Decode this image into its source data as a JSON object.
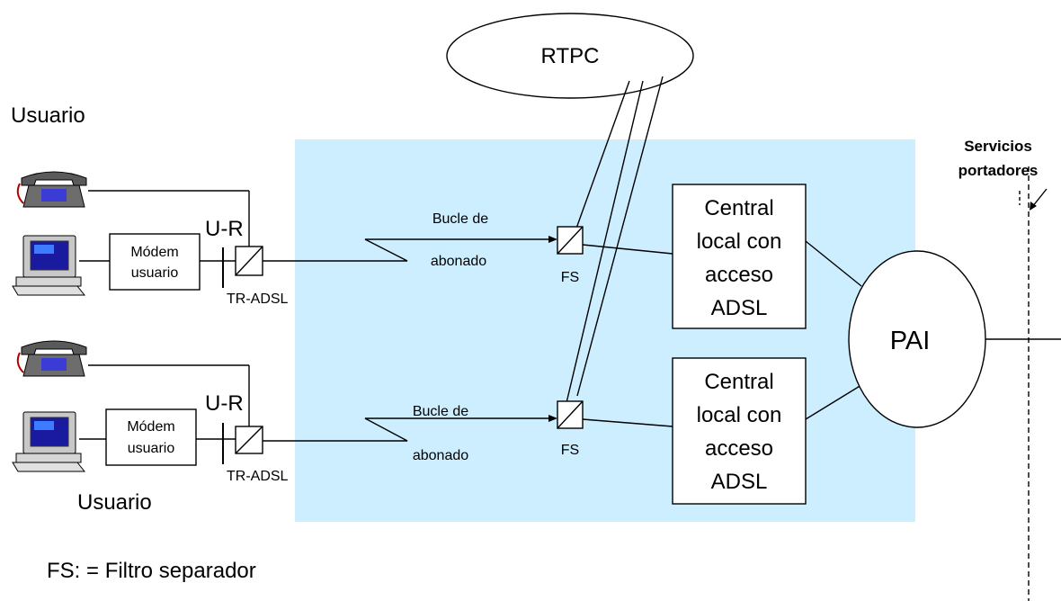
{
  "colors": {
    "zone_fill": "#cceeff",
    "line": "#000000",
    "background": "#ffffff"
  },
  "labels": {
    "network": "RTPC",
    "user_top": "Usuario",
    "user_bottom": "Usuario",
    "bearer_line1": "Servicios",
    "bearer_line2": "portadores",
    "interface": "U-R",
    "terminal": "TR-ADSL",
    "modem_line1": "Módem",
    "modem_line2": "usuario",
    "loop_line1": "Bucle de",
    "loop_line2": "abonado",
    "filter": "FS",
    "central_line1": "Central",
    "central_line2": "local con",
    "central_line3": "acceso",
    "central_line4": "ADSL",
    "pai": "PAI",
    "legend": "FS: = Filtro separador"
  },
  "icons": {
    "telephone": "telephone-icon",
    "computer": "computer-icon",
    "filter": "filter-splitter-icon"
  }
}
